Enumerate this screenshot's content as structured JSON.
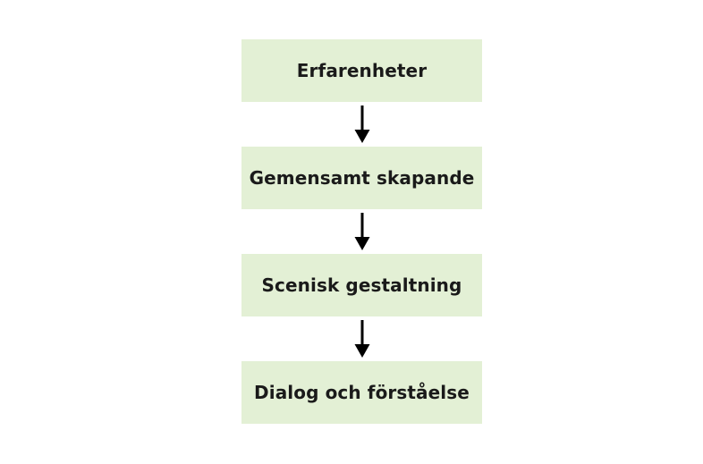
{
  "diagram": {
    "type": "flowchart",
    "orientation": "vertical-top-down",
    "background_color": "#ffffff",
    "node_fill_color": "#e3f0d5",
    "node_text_color": "#1a1a1a",
    "connector_color": "#000000",
    "nodes": [
      {
        "id": "node-1",
        "label": "Erfarenheter"
      },
      {
        "id": "node-2",
        "label": "Gemensamt skapande"
      },
      {
        "id": "node-3",
        "label": "Scenisk gestaltning"
      },
      {
        "id": "node-4",
        "label": "Dialog och förståelse"
      }
    ],
    "connectors": [
      {
        "id": "connector-1",
        "icon": "arrow-down-icon",
        "from": "node-1",
        "to": "node-2"
      },
      {
        "id": "connector-2",
        "icon": "arrow-down-icon",
        "from": "node-2",
        "to": "node-3"
      },
      {
        "id": "connector-3",
        "icon": "arrow-down-icon",
        "from": "node-3",
        "to": "node-4"
      }
    ]
  }
}
